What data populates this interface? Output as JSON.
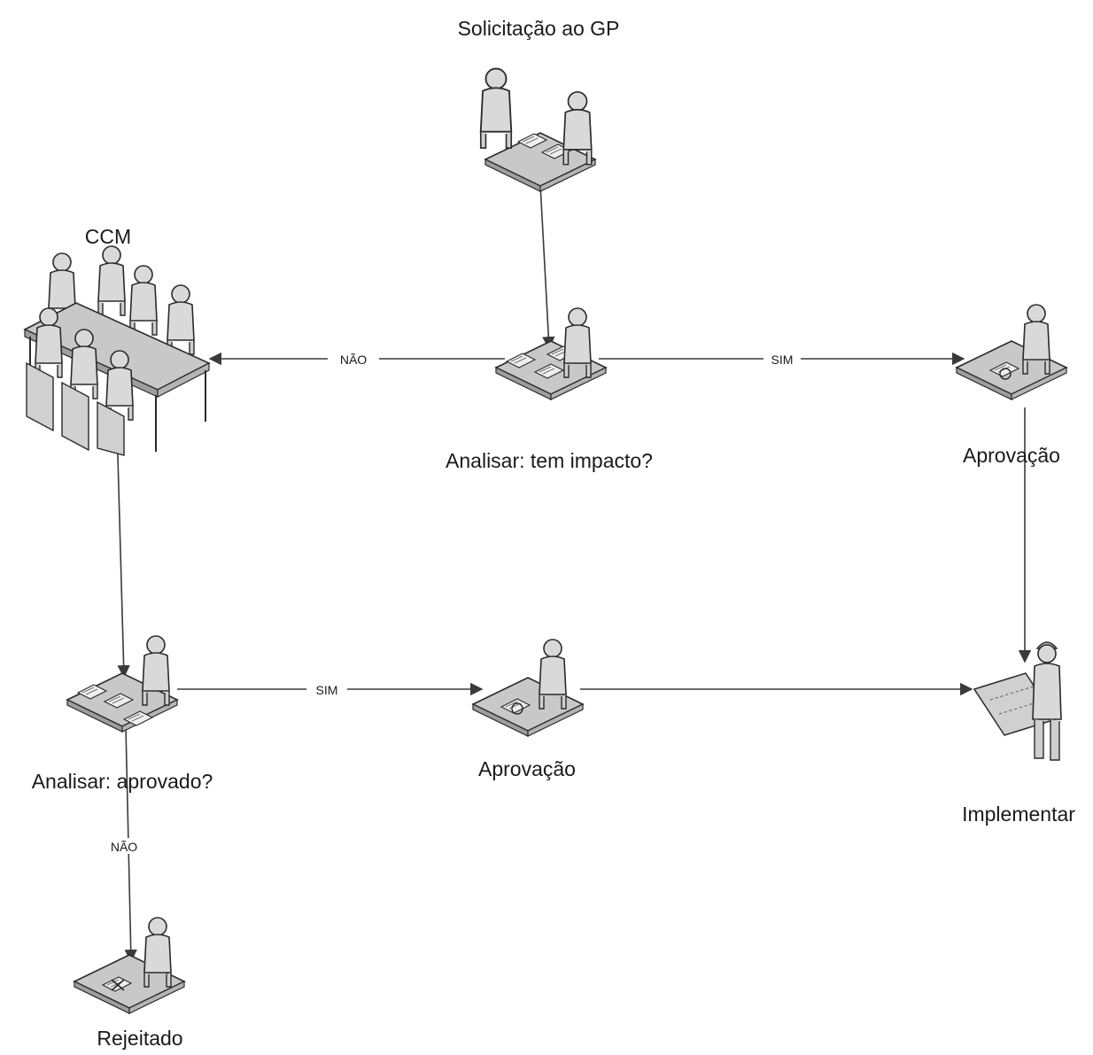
{
  "nodes": {
    "solicitacao": {
      "label": "Solicitação ao GP",
      "icon": "two-people-meeting-icon"
    },
    "analisar_impacto": {
      "label": "Analisar: tem impacto?",
      "icon": "person-at-desk-with-documents-icon"
    },
    "ccm": {
      "label": "CCM",
      "icon": "committee-meeting-table-icon"
    },
    "aprovacao_direita": {
      "label": "Aprovação",
      "icon": "person-at-desk-approving-icon"
    },
    "analisar_aprovado": {
      "label": "Analisar: aprovado?",
      "icon": "person-at-desk-with-documents-icon"
    },
    "aprovacao_centro": {
      "label": "Aprovação",
      "icon": "person-at-desk-approving-icon"
    },
    "implementar": {
      "label": "Implementar",
      "icon": "worker-with-blueprint-icon"
    },
    "rejeitado": {
      "label": "Rejeitado",
      "icon": "person-at-desk-rejecting-icon"
    }
  },
  "edges": {
    "impacto_nao": "NÃO",
    "impacto_sim": "SIM",
    "aprovado_sim": "SIM",
    "aprovado_nao": "NÃO"
  },
  "colors": {
    "line": "#3a3a3a",
    "figure_fill": "#d9d9d9",
    "figure_stroke": "#2a2a2a",
    "desk_fill": "#c8c8c8"
  }
}
